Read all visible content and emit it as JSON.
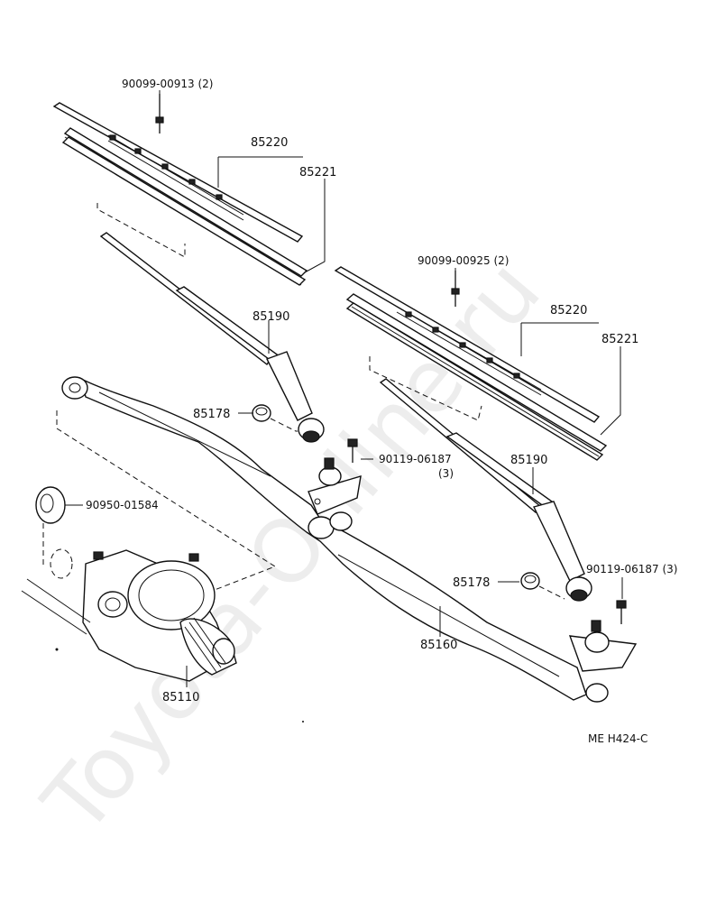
{
  "watermark": "Toyota-Online.ru",
  "diagram_code": "ME  H424-C",
  "parts": {
    "left_blade_screw": "90099-00913 (2)",
    "left_blade_assy": "85220",
    "left_blade_refill": "85221",
    "left_arm": "85190",
    "left_cap": "85178",
    "left_pivot_bolt_num": "90119-06187",
    "left_pivot_bolt_qty": "(3)",
    "motor_plug": "90950-01584",
    "motor": "85110",
    "link": "85160",
    "right_blade_screw": "90099-00925 (2)",
    "right_blade_assy": "85220",
    "right_blade_refill": "85221",
    "right_arm": "85190",
    "right_cap": "85178",
    "right_pivot_bolt": "90119-06187 (3)"
  }
}
